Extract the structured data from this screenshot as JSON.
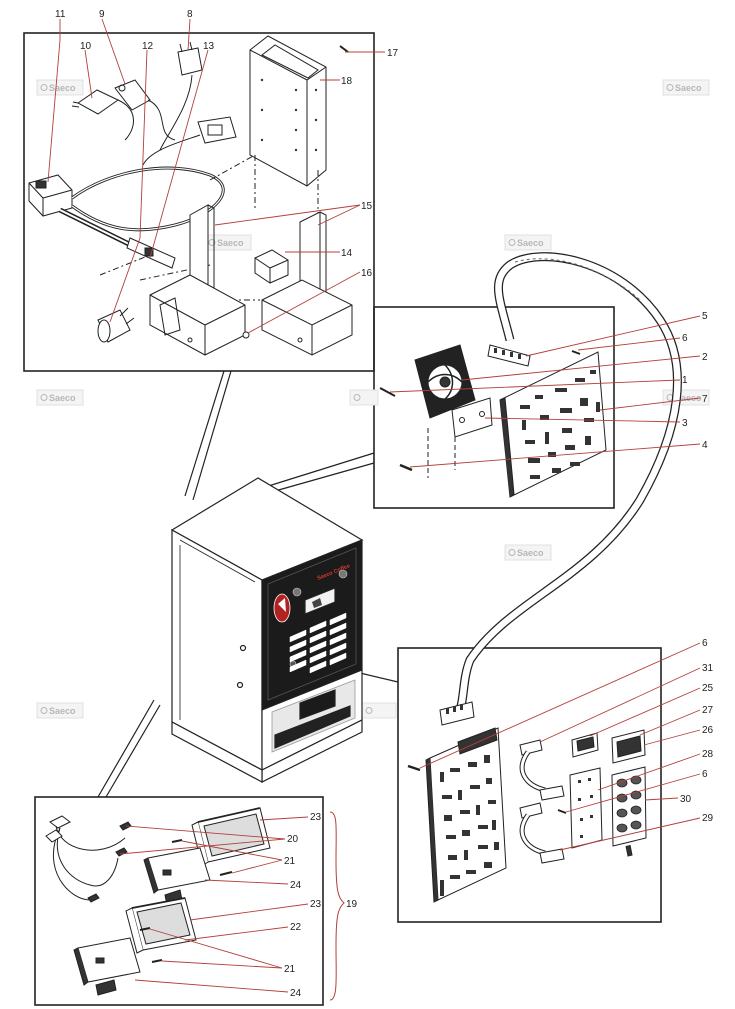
{
  "watermark": "Saeco",
  "callouts": [
    "1",
    "2",
    "3",
    "4",
    "5",
    "6",
    "7",
    "8",
    "9",
    "10",
    "11",
    "12",
    "13",
    "14",
    "15",
    "16",
    "17",
    "18",
    "19",
    "20",
    "21",
    "22",
    "23",
    "24",
    "25",
    "26",
    "27",
    "28",
    "29",
    "30",
    "31"
  ],
  "colors": {
    "line": "#222222",
    "leader": "#b3403a",
    "panel_fill": "#1b1b1b",
    "faint": "#9a9a9a"
  },
  "machine_label": "Saeco Coffee"
}
